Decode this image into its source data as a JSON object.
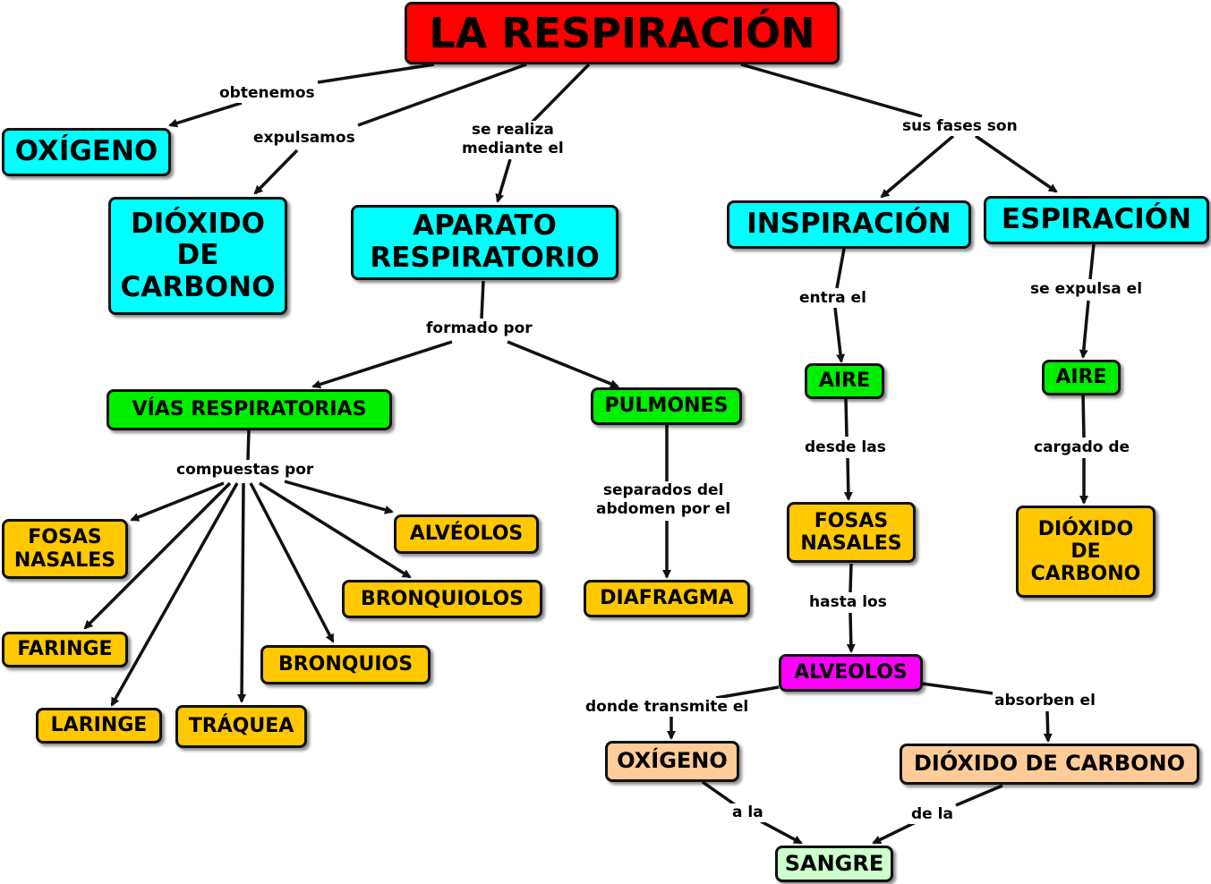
{
  "colors": {
    "title": "#ff0000",
    "cyan": "#00ffff",
    "green": "#00ee00",
    "yellow": "#ffc800",
    "magenta": "#ff00ff",
    "peach": "#ffcc99",
    "mint": "#ccffcc",
    "stroke": "#111111"
  },
  "nodes": {
    "title": "LA RESPIRACIÓN",
    "oxigeno": "OXÍGENO",
    "dioxido_carbono": "DIÓXIDO\nDE\nCARBONO",
    "aparato": "APARATO\nRESPIRATORIO",
    "inspiracion": "INSPIRACIÓN",
    "espiracion": "ESPIRACIÓN",
    "vias": "VÍAS RESPIRATORIAS",
    "pulmones": "PULMONES",
    "aire_insp": "AIRE",
    "aire_esp": "AIRE",
    "fosas_nasales": "FOSAS\nNASALES",
    "faringe": "FARINGE",
    "laringe": "LARINGE",
    "traquea": "TRÁQUEA",
    "bronquios": "BRONQUIOS",
    "bronquiolos": "BRONQUIOLOS",
    "alveolos_y": "ALVÉOLOS",
    "diafragma": "DIAFRAGMA",
    "fosas_insp": "FOSAS\nNASALES",
    "dioxido_esp": "DIÓXIDO\nDE\nCARBONO",
    "alveolos_m": "ALVEOLOS",
    "oxigeno_b": "OXÍGENO",
    "dioxido_b": "DIÓXIDO DE CARBONO",
    "sangre": "SANGRE"
  },
  "links": {
    "obtenemos": "obtenemos",
    "expulsamos": "expulsamos",
    "se_realiza": "se realiza\nmediante el",
    "sus_fases": "sus fases son",
    "formado_por": "formado por",
    "compuestas_por": "compuestas por",
    "separados": "separados del\nabdomen por el",
    "entra_el": "entra el",
    "se_expulsa": "se expulsa el",
    "desde_las": "desde las",
    "cargado_de": "cargado de",
    "hasta_los": "hasta los",
    "donde_transmite": "donde transmite el",
    "absorben_el": "absorben el",
    "a_la": "a la",
    "de_la": "de la"
  }
}
